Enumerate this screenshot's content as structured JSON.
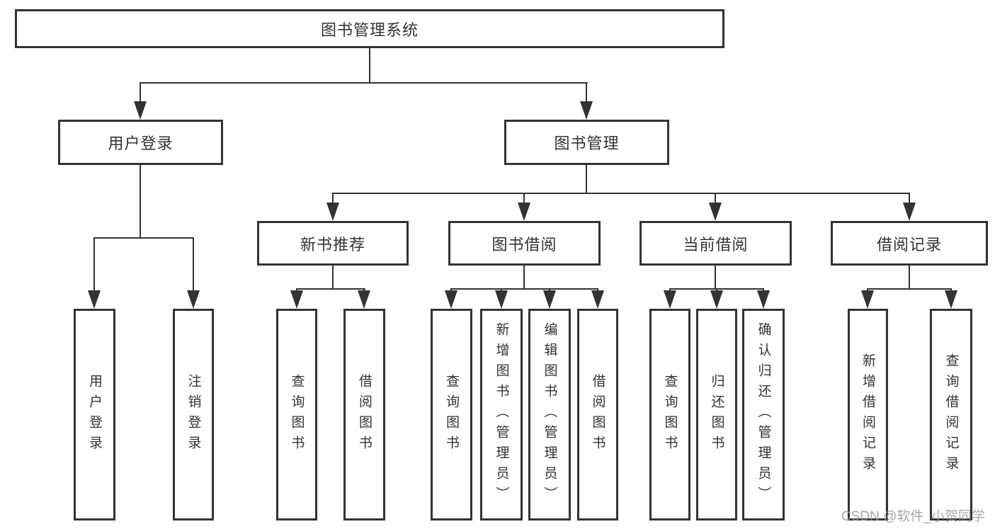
{
  "diagram": {
    "nodes": {
      "root": "图书管理系统",
      "user_login": "用户登录",
      "book_mgmt": "图书管理",
      "new_books": "新书推荐",
      "book_borrow": "图书借阅",
      "current_borrow": "当前借阅",
      "borrow_records": "借阅记录"
    },
    "leaves": {
      "user_login": [
        "用户登录",
        "注销登录"
      ],
      "new_books": [
        "查询图书",
        "借阅图书"
      ],
      "book_borrow": [
        "查询图书",
        "新增图书（管理员）",
        "编辑图书（管理员）",
        "借阅图书"
      ],
      "current_borrow": [
        "查询图书",
        "归还图书",
        "确认归还（管理员）"
      ],
      "borrow_records": [
        "新增借阅记录",
        "查询借阅记录"
      ]
    },
    "watermark": "CSDN @软件_小贺同学",
    "colors": {
      "line": "#333333",
      "text": "#333333",
      "background": "#ffffff",
      "watermark": "#999999"
    }
  }
}
